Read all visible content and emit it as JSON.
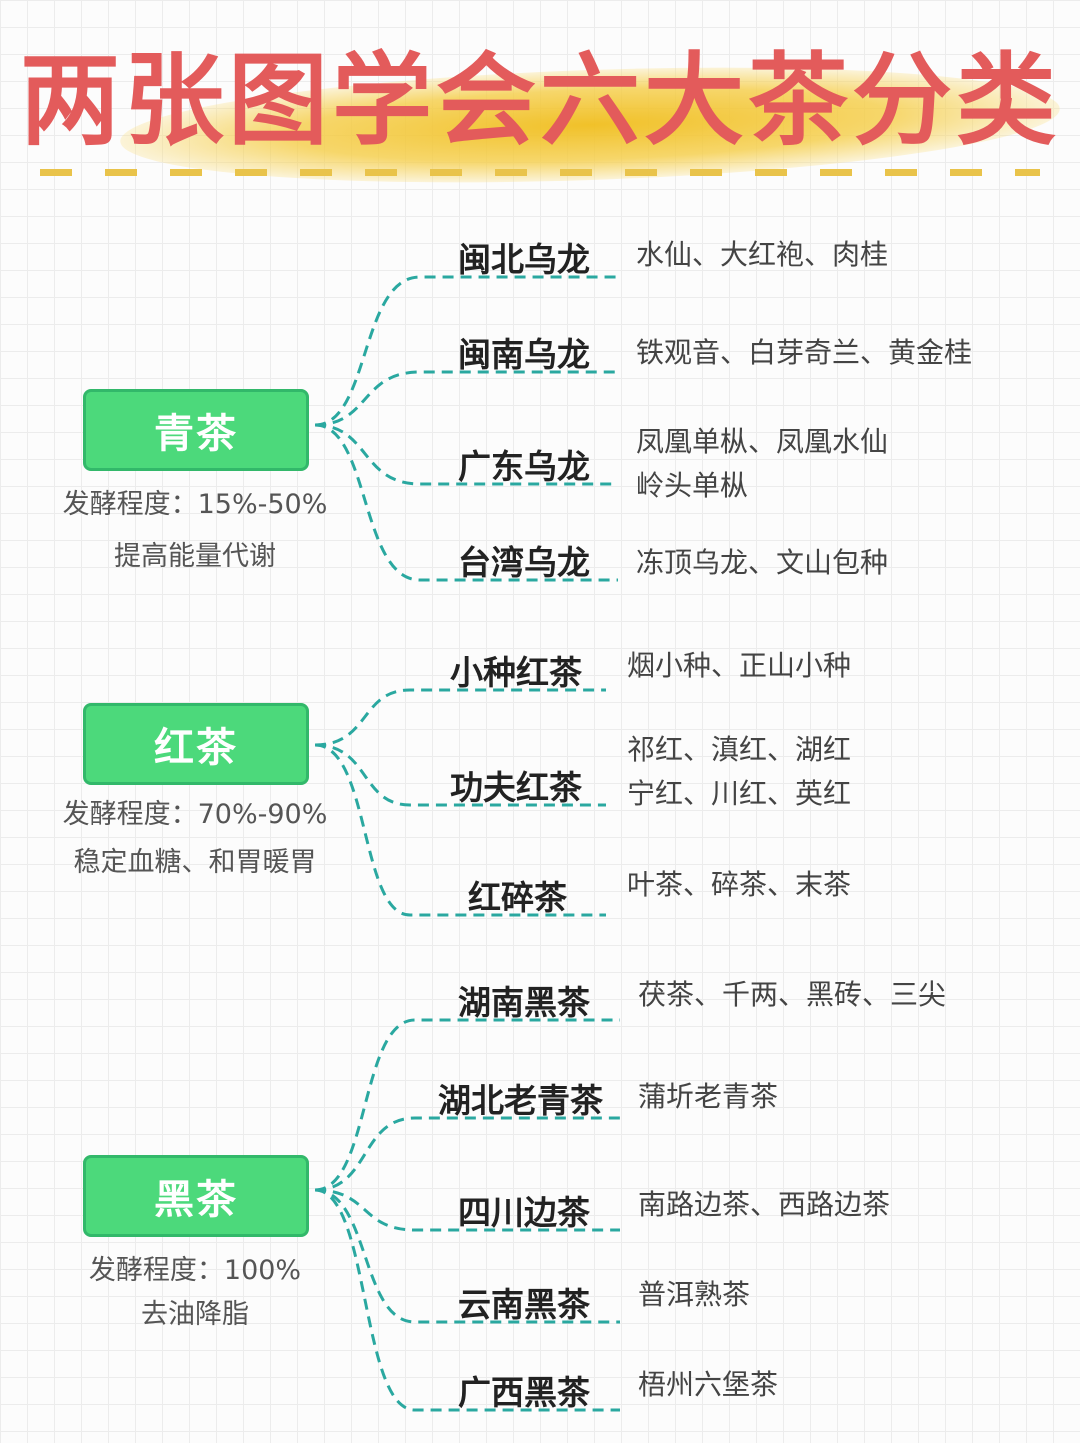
{
  "title": "两张图学会六大茶分类",
  "colors": {
    "title": "#e35b5b",
    "box": "#4cd97b",
    "connector": "#2aa8a0",
    "highlight": "#f0be1e"
  },
  "categories": [
    {
      "name": "青茶",
      "fermentation": "发酵程度：15%-50%",
      "benefit": "提高能量代谢",
      "branches": [
        {
          "name": "闽北乌龙",
          "details": [
            "水仙、大红袍、肉桂"
          ]
        },
        {
          "name": "闽南乌龙",
          "details": [
            "铁观音、白芽奇兰、黄金桂"
          ]
        },
        {
          "name": "广东乌龙",
          "details": [
            "凤凰单枞、凤凰水仙",
            "岭头单枞"
          ]
        },
        {
          "name": "台湾乌龙",
          "details": [
            "冻顶乌龙、文山包种"
          ]
        }
      ]
    },
    {
      "name": "红茶",
      "fermentation": "发酵程度：70%-90%",
      "benefit": "稳定血糖、和胃暖胃",
      "branches": [
        {
          "name": "小种红茶",
          "details": [
            "烟小种、正山小种"
          ]
        },
        {
          "name": "功夫红茶",
          "details": [
            "祁红、滇红、湖红",
            "宁红、川红、英红"
          ]
        },
        {
          "name": "红碎茶",
          "details": [
            "叶茶、碎茶、末茶"
          ]
        }
      ]
    },
    {
      "name": "黑茶",
      "fermentation": "发酵程度：100%",
      "benefit": "去油降脂",
      "branches": [
        {
          "name": "湖南黑茶",
          "details": [
            "茯茶、千两、黑砖、三尖"
          ]
        },
        {
          "name": "湖北老青茶",
          "details": [
            "蒲圻老青茶"
          ]
        },
        {
          "name": "四川边茶",
          "details": [
            "南路边茶、西路边茶"
          ]
        },
        {
          "name": "云南黑茶",
          "details": [
            "普洱熟茶"
          ]
        },
        {
          "name": "广西黑茶",
          "details": [
            "梧州六堡茶"
          ]
        }
      ]
    }
  ]
}
